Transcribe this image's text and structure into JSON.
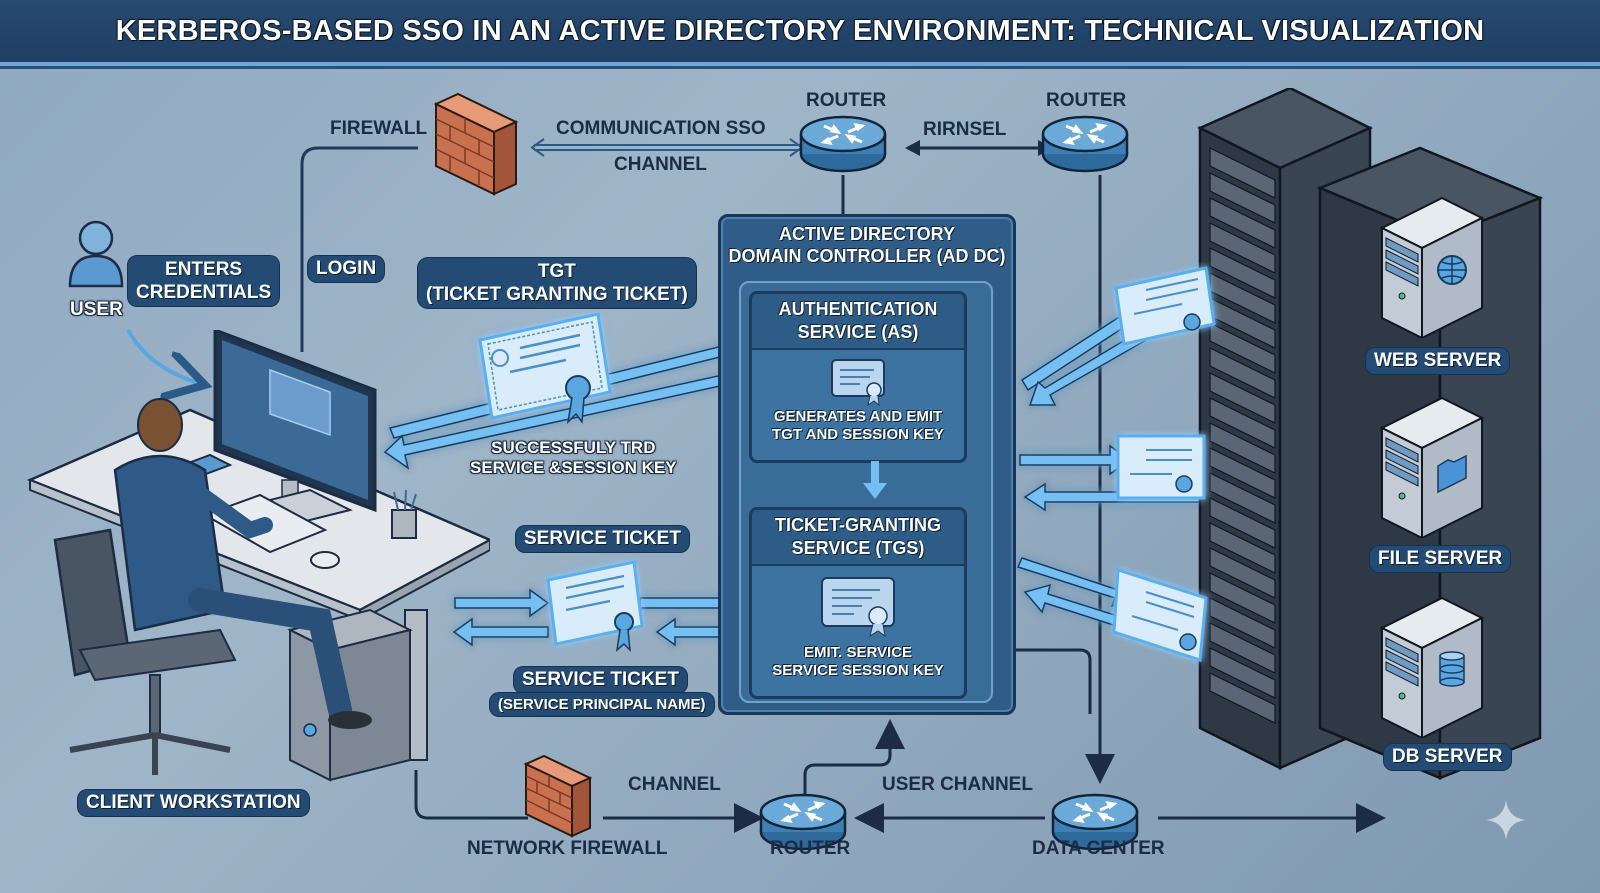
{
  "title": "KERBEROS-BASED SSO IN AN ACTIVE DIRECTORY ENVIRONMENT: TECHNICAL VISUALIZATION",
  "colors": {
    "background": "#9bb2c6",
    "title_bar": "#234670",
    "badge": "#234b74",
    "ad_dc_box": "#2f5d88",
    "flow_arrow": "#6fb7ef",
    "brick": "#c9704f",
    "router": "#4c8ec2"
  },
  "top_network": {
    "firewall_label": "FIREWALL",
    "channel_label_line1": "COMMUNICATION SSO",
    "channel_label_line2": "CHANNEL",
    "router1_label": "ROUTER",
    "link_label": "RIRNSEL",
    "router2_label": "ROUTER"
  },
  "client": {
    "user_label": "USER",
    "enters_credentials": [
      "ENTERS",
      "CREDENTIALS"
    ],
    "login_label": "LOGIN",
    "workstation_label": "CLIENT WORKSTATION"
  },
  "tickets": {
    "tgt_line1": "TGT",
    "tgt_line2": "(TICKET GRANTING TICKET)",
    "success_line1": "SUCCESSFULY TRD",
    "success_line2": "SERVICE &SESSION KEY",
    "service_ticket_top": "SERVICE TICKET",
    "service_ticket_bottom": "SERVICE TICKET",
    "service_principal": "(SERVICE PRINCIPAL NAME)"
  },
  "ad_dc": {
    "title_line1": "ACTIVE DIRECTORY",
    "title_line2": "DOMAIN CONTROLLER (AD DC)",
    "as": {
      "title_line1": "AUTHENTICATION",
      "title_line2": "SERVICE (AS)",
      "desc_line1": "GENERATES AND EMIT",
      "desc_line2": "TGT AND SESSION KEY",
      "icon": "certificate-icon"
    },
    "tgs": {
      "title_line1": "TICKET-GRANTING",
      "title_line2": "SERVICE (TGS)",
      "desc_line1": "EMIT. SERVICE",
      "desc_line2": "SERVICE SESSION KEY",
      "icon": "certificate-icon"
    }
  },
  "servers": [
    {
      "label": "WEB SERVER",
      "icon": "globe-icon"
    },
    {
      "label": "FILE SERVER",
      "icon": "folder-icon"
    },
    {
      "label": "DB SERVER",
      "icon": "database-icon"
    }
  ],
  "bottom_network": {
    "network_firewall_label": "NETWORK FIREWALL",
    "channel_label": "CHANNEL",
    "router_label": "ROUTER",
    "user_channel_label": "USER CHANNEL",
    "data_center_label": "DATA CENTER"
  },
  "watermark_icon": "sparkle-icon"
}
